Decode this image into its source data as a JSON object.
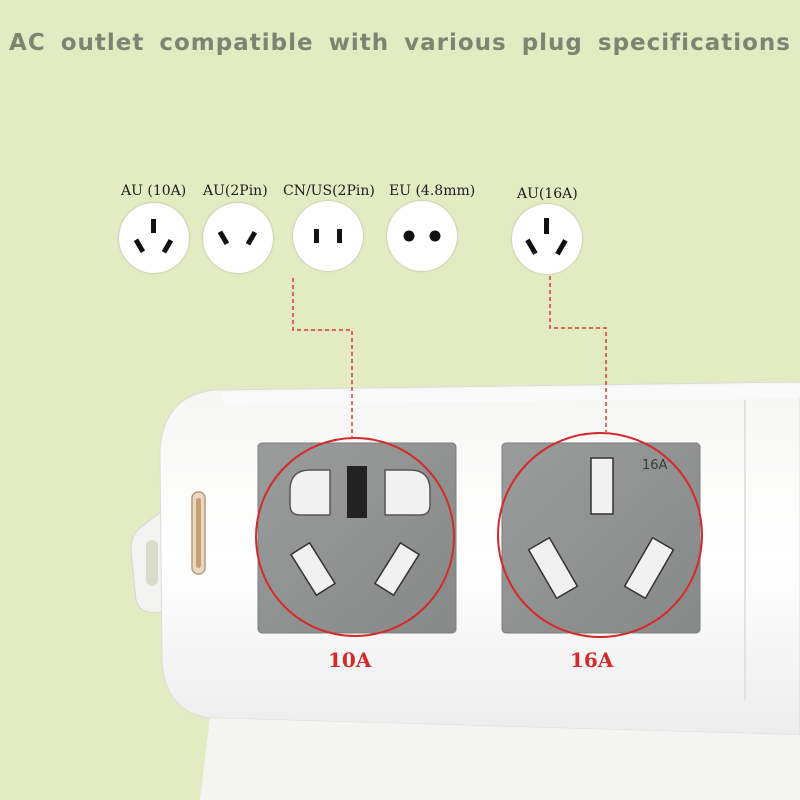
{
  "headline": "AC outlet compatible with various plug specifications",
  "plug_types": [
    {
      "label": "AU (10A)",
      "icon": "au-10a-plug-icon"
    },
    {
      "label": "AU(2Pin)",
      "icon": "au-2pin-plug-icon"
    },
    {
      "label": "CN/US(2Pin)",
      "icon": "cn-us-2pin-plug-icon"
    },
    {
      "label": "EU (4.8mm)",
      "icon": "eu-round-pin-plug-icon"
    },
    {
      "label": "AU(16A)",
      "icon": "au-16a-plug-icon"
    }
  ],
  "sockets": [
    {
      "rating": "10A",
      "face_mark": ""
    },
    {
      "rating": "16A",
      "face_mark": "16A"
    }
  ],
  "colors": {
    "background": "#e3ebc2",
    "headline": "#7f8472",
    "socket_face": "#8f9191",
    "highlight": "#d42a2a",
    "strip_body": "#ffffff"
  }
}
